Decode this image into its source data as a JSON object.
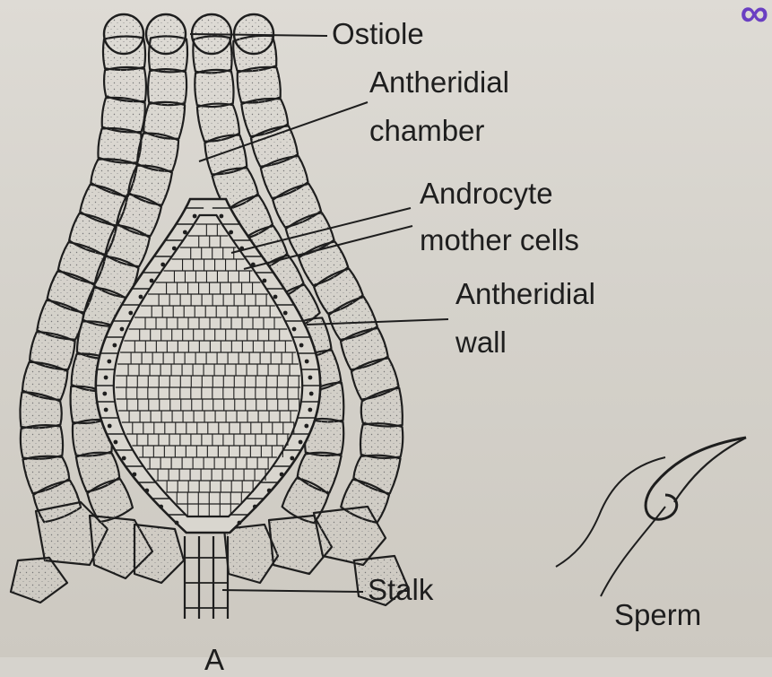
{
  "diagram": {
    "labels": {
      "ostiole": "Ostiole",
      "antheridial_chamber_1": "Antheridial",
      "antheridial_chamber_2": "chamber",
      "androcyte_1": "Androcyte",
      "androcyte_2": "mother cells",
      "antheridial_wall_1": "Antheridial",
      "antheridial_wall_2": "wall",
      "stalk": "Stalk",
      "sperm": "Sperm",
      "figure_letter": "A"
    },
    "colors": {
      "ink": "#1e1e1e",
      "paper": "#d8d5ce",
      "corner_mark": "#6a3fc2"
    }
  }
}
